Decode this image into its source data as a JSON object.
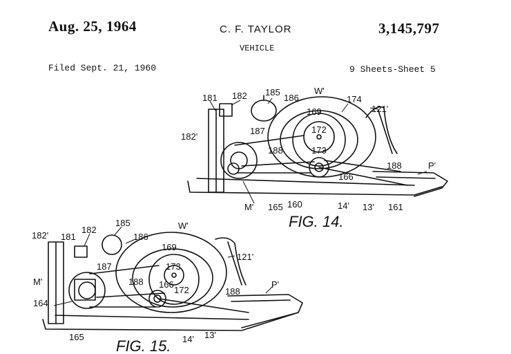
{
  "header": {
    "date": "Aug. 25, 1964",
    "inventor": "C. F. TAYLOR",
    "patent_number": "3,145,797",
    "title": "VEHICLE",
    "filed": "Filed Sept. 21, 1960",
    "sheets": "9 Sheets-Sheet 5"
  },
  "figure14": {
    "caption": "FIG. 14.",
    "labels": [
      "181",
      "182",
      "185",
      "186",
      "W'",
      "174",
      "121'",
      "182'",
      "169",
      "172",
      "187",
      "188",
      "173",
      "188",
      "P'",
      "166",
      "M'",
      "165",
      "160",
      "14'",
      "13'",
      "161"
    ]
  },
  "figure15": {
    "caption": "FIG. 15.",
    "labels": [
      "182'",
      "181",
      "182",
      "185",
      "186",
      "W'",
      "169",
      "121'",
      "M'",
      "187",
      "173",
      "188",
      "166",
      "172",
      "188",
      "P'",
      "164",
      "165",
      "14'",
      "13'"
    ]
  }
}
